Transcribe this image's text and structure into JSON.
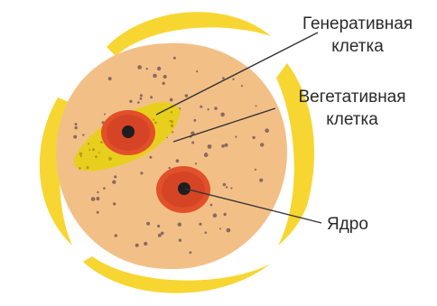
{
  "labels": {
    "generative_line1": "Генеративная",
    "generative_line2": "клетка",
    "vegetative_line1": "Вегетативная",
    "vegetative_line2": "клетка",
    "nucleus": "Ядро"
  },
  "colors": {
    "outer_wall": "#f7d632",
    "cytoplasm": "#f2c087",
    "generative_cell": "#e8cf1e",
    "nucleus": "#e2502a",
    "nucleolus": "#222222",
    "granules": "#8a6a60",
    "leader_lines": "#333333"
  }
}
